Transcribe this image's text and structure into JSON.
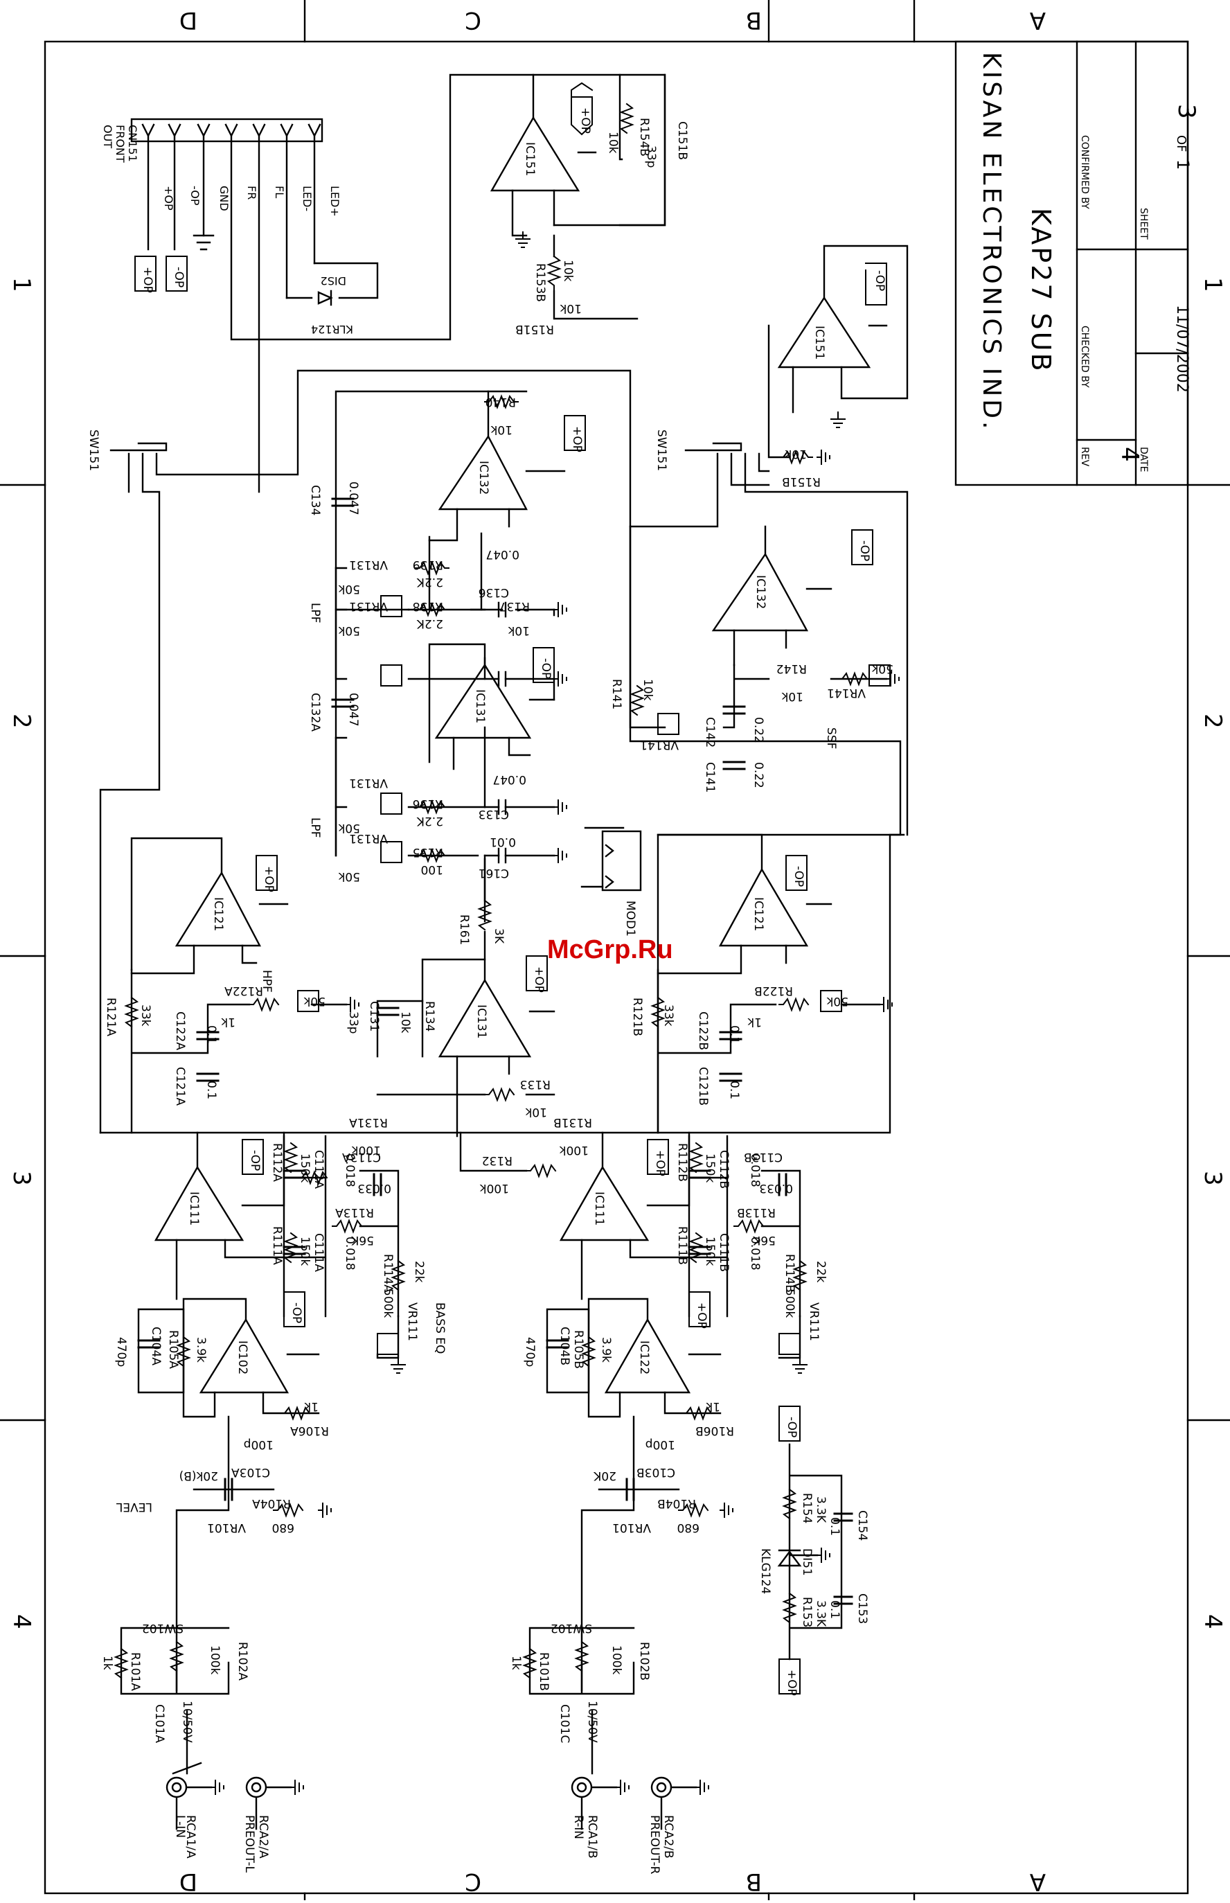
{
  "border": {
    "top_letters": [
      "D",
      "C",
      "B",
      "A"
    ],
    "side_numbers": [
      "1",
      "2",
      "3",
      "4"
    ]
  },
  "title_block": {
    "company": "KISAN ELECTRONICS IND.",
    "title": "KAP27 SUB",
    "rev_label": "REV",
    "rev_value": "4",
    "checked_by": "CHECKED BY",
    "confirmed_by": "CONFIRMED BY",
    "date_label": "DATE",
    "date_value": "11/07/2002",
    "sheet_label": "SHEET",
    "sheet_num": "1",
    "sheet_of": "OF",
    "sheet_total": "3"
  },
  "watermark": "McGrp.Ru",
  "connector_cn151": {
    "labels": [
      "OUT",
      "FRONT",
      "CN151"
    ],
    "pins": [
      "+OP",
      "-OP",
      "GND",
      "FR",
      "FL",
      "LED-",
      "LED+"
    ],
    "led": [
      "DIS2",
      "KLR124"
    ]
  },
  "components": [
    {
      "id": "flag-pop-a",
      "t": "+OP"
    },
    {
      "id": "flag-nop-a",
      "t": "-OP"
    },
    {
      "id": "ic151a",
      "t": "IC151"
    },
    {
      "id": "ic151b",
      "t": "IC151"
    },
    {
      "id": "r154b",
      "t": "R154B"
    },
    {
      "id": "r154b-v",
      "t": "10k"
    },
    {
      "id": "c151b",
      "t": "C151B"
    },
    {
      "id": "c151b-v",
      "t": "33p"
    },
    {
      "id": "r153b",
      "t": "R153B"
    },
    {
      "id": "r153b-v",
      "t": "10k"
    },
    {
      "id": "r151b",
      "t": "R151B"
    },
    {
      "id": "r151b-v",
      "t": "10k"
    },
    {
      "id": "r151b2",
      "t": "R151B"
    },
    {
      "id": "r151b2-v",
      "t": "10k"
    },
    {
      "id": "sw151a",
      "t": "SW151"
    },
    {
      "id": "sw151b",
      "t": "SW151"
    },
    {
      "id": "ic132a",
      "t": "IC132"
    },
    {
      "id": "ic132b",
      "t": "IC132"
    },
    {
      "id": "ic131a",
      "t": "IC131"
    },
    {
      "id": "ic131b",
      "t": "IC131"
    },
    {
      "id": "r140",
      "t": "R140"
    },
    {
      "id": "r140-v",
      "t": "10k"
    },
    {
      "id": "c134",
      "t": "C134"
    },
    {
      "id": "c134-v",
      "t": "0.047"
    },
    {
      "id": "c132a",
      "t": "C132A"
    },
    {
      "id": "c132a-v",
      "t": "0.047"
    },
    {
      "id": "vr131a",
      "t": "VR131"
    },
    {
      "id": "vr131b",
      "t": "VR131"
    },
    {
      "id": "vr131c",
      "t": "VR131"
    },
    {
      "id": "vr131d",
      "t": "VR131"
    },
    {
      "id": "r139",
      "t": "R139"
    },
    {
      "id": "r138",
      "t": "R138"
    },
    {
      "id": "r136",
      "t": "R136"
    },
    {
      "id": "r135",
      "t": "R135"
    },
    {
      "id": "r137",
      "t": "R137"
    },
    {
      "id": "c136",
      "t": "C136"
    },
    {
      "id": "c136-v",
      "t": "0.047"
    },
    {
      "id": "c133",
      "t": "C133"
    },
    {
      "id": "c133-v",
      "t": "0.047"
    },
    {
      "id": "c161",
      "t": "C161"
    },
    {
      "id": "c161-v",
      "t": "0.01"
    },
    {
      "id": "mod1",
      "t": "MOD1"
    },
    {
      "id": "r161",
      "t": "R161"
    },
    {
      "id": "r161-v",
      "t": "3K"
    },
    {
      "id": "lpf1",
      "t": "LPF"
    },
    {
      "id": "lpf2",
      "t": "LPF"
    },
    {
      "id": "hpf",
      "t": "HPF"
    },
    {
      "id": "ssf",
      "t": "SSF"
    },
    {
      "id": "r141",
      "t": "R141"
    },
    {
      "id": "r141-v",
      "t": "10k"
    },
    {
      "id": "vr141",
      "t": "VR141"
    },
    {
      "id": "vr141b",
      "t": "VR141"
    },
    {
      "id": "r142",
      "t": "R142"
    },
    {
      "id": "r142-v",
      "t": "10k"
    },
    {
      "id": "c142",
      "t": "C142"
    },
    {
      "id": "c142-v",
      "t": "0.22"
    },
    {
      "id": "c141",
      "t": "C141"
    },
    {
      "id": "c141-v",
      "t": "0.22"
    },
    {
      "id": "ic121a",
      "t": "IC121"
    },
    {
      "id": "ic121b",
      "t": "IC121"
    },
    {
      "id": "r121a",
      "t": "R121A"
    },
    {
      "id": "r121a-v",
      "t": "33k"
    },
    {
      "id": "r121b",
      "t": "R121B"
    },
    {
      "id": "r121b-v",
      "t": "33k"
    },
    {
      "id": "c122a",
      "t": "C122A"
    },
    {
      "id": "c122a-v",
      "t": "0.1"
    },
    {
      "id": "c121a",
      "t": "C121A"
    },
    {
      "id": "c121a-v",
      "t": "0.1"
    },
    {
      "id": "c122b",
      "t": "C122B"
    },
    {
      "id": "c122b-v",
      "t": "0.1"
    },
    {
      "id": "c121b",
      "t": "C121B"
    },
    {
      "id": "c121b-v",
      "t": "0.1"
    },
    {
      "id": "r122a",
      "t": "R122A"
    },
    {
      "id": "r122b",
      "t": "R122B"
    },
    {
      "id": "c131",
      "t": "C131"
    },
    {
      "id": "c131-v",
      "t": "33p"
    },
    {
      "id": "r134",
      "t": "R134"
    },
    {
      "id": "r134-v",
      "t": "10k"
    },
    {
      "id": "r133",
      "t": "R133"
    },
    {
      "id": "r133-v",
      "t": "10k"
    },
    {
      "id": "r131a",
      "t": "R131A"
    },
    {
      "id": "r131a-v",
      "t": "100k"
    },
    {
      "id": "r131b",
      "t": "R131B"
    },
    {
      "id": "r131b-v",
      "t": "100k"
    },
    {
      "id": "r132",
      "t": "R132"
    },
    {
      "id": "r132-v",
      "t": "100k"
    },
    {
      "id": "ic111a",
      "t": "IC111"
    },
    {
      "id": "ic111b",
      "t": "IC111"
    },
    {
      "id": "r112a",
      "t": "R112A"
    },
    {
      "id": "r112a-v",
      "t": "150k"
    },
    {
      "id": "r111a",
      "t": "R111A"
    },
    {
      "id": "r111a-v",
      "t": "150k"
    },
    {
      "id": "r112b",
      "t": "R112B"
    },
    {
      "id": "r112b-v",
      "t": "150k"
    },
    {
      "id": "r111b",
      "t": "R111B"
    },
    {
      "id": "r111b-v",
      "t": "150k"
    },
    {
      "id": "c112a",
      "t": "C112A"
    },
    {
      "id": "c112a-v",
      "t": "0.018"
    },
    {
      "id": "c111a",
      "t": "C111A"
    },
    {
      "id": "c111a-v",
      "t": "0.018"
    },
    {
      "id": "c112b",
      "t": "C112B"
    },
    {
      "id": "c112b-v",
      "t": "0.018"
    },
    {
      "id": "c111b",
      "t": "C111B"
    },
    {
      "id": "c111b-v",
      "t": "0.018"
    },
    {
      "id": "c113a",
      "t": "C113A"
    },
    {
      "id": "c113a-v",
      "t": "0.033"
    },
    {
      "id": "c113b",
      "t": "C113B"
    },
    {
      "id": "c113b-v",
      "t": "0.033"
    },
    {
      "id": "r113a",
      "t": "R113A"
    },
    {
      "id": "r113a-v",
      "t": "56K"
    },
    {
      "id": "r113b",
      "t": "R113B"
    },
    {
      "id": "r113b-v",
      "t": "56K"
    },
    {
      "id": "r114a",
      "t": "R114A"
    },
    {
      "id": "r114a-v",
      "t": "22k"
    },
    {
      "id": "r114b",
      "t": "R114B"
    },
    {
      "id": "r114b-v",
      "t": "22k"
    },
    {
      "id": "vr111a",
      "t": "VR111"
    },
    {
      "id": "vr111a-v",
      "t": "500k"
    },
    {
      "id": "vr111b",
      "t": "VR111"
    },
    {
      "id": "vr111b-v",
      "t": "500k"
    },
    {
      "id": "basseq",
      "t": "BASS EQ"
    },
    {
      "id": "ic102a",
      "t": "IC102"
    },
    {
      "id": "ic122b",
      "t": "IC122"
    },
    {
      "id": "c104a",
      "t": "C104A"
    },
    {
      "id": "c104a-v",
      "t": "470p"
    },
    {
      "id": "c104b",
      "t": "C104B"
    },
    {
      "id": "c104b-v",
      "t": "470p"
    },
    {
      "id": "r105a",
      "t": "R105A"
    },
    {
      "id": "r105a-v",
      "t": "3.9k"
    },
    {
      "id": "r105b",
      "t": "R105B"
    },
    {
      "id": "r105b-v",
      "t": "3.9k"
    },
    {
      "id": "r106a",
      "t": "R106A"
    },
    {
      "id": "r106a-v",
      "t": "1k"
    },
    {
      "id": "r106b",
      "t": "R106B"
    },
    {
      "id": "r106b-v",
      "t": "1k"
    },
    {
      "id": "c103a",
      "t": "C103A"
    },
    {
      "id": "c103a-v",
      "t": "100p"
    },
    {
      "id": "c103b",
      "t": "C103B"
    },
    {
      "id": "c103b-v",
      "t": "100p"
    },
    {
      "id": "vr101a",
      "t": "VR101"
    },
    {
      "id": "vr101a-v",
      "t": "20k(B)"
    },
    {
      "id": "vr101b",
      "t": "VR101"
    },
    {
      "id": "vr101b-v",
      "t": "20K"
    },
    {
      "id": "level",
      "t": "LEVEL"
    },
    {
      "id": "r104a",
      "t": "R104A"
    },
    {
      "id": "r104a-v",
      "t": "680"
    },
    {
      "id": "r104b",
      "t": "R104B"
    },
    {
      "id": "r104b-v",
      "t": "680"
    },
    {
      "id": "r101a",
      "t": "R101A"
    },
    {
      "id": "r101a-v",
      "t": "1k"
    },
    {
      "id": "r101b",
      "t": "R101B"
    },
    {
      "id": "r101b-v",
      "t": "1k"
    },
    {
      "id": "r102a",
      "t": "R102A"
    },
    {
      "id": "r102a-v",
      "t": "100k"
    },
    {
      "id": "r102b",
      "t": "R102B"
    },
    {
      "id": "r102b-v",
      "t": "100k"
    },
    {
      "id": "sw102a",
      "t": "SW102"
    },
    {
      "id": "sw102b",
      "t": "SW102"
    },
    {
      "id": "c101a",
      "t": "C101A"
    },
    {
      "id": "c101a-v",
      "t": "10/50V"
    },
    {
      "id": "c101c",
      "t": "C101C"
    },
    {
      "id": "c101c-v",
      "t": "10/50V"
    },
    {
      "id": "lin",
      "t": "L-IN"
    },
    {
      "id": "rca1a",
      "t": "RCA1/A"
    },
    {
      "id": "preoutl",
      "t": "PREOUT-L"
    },
    {
      "id": "rca2a",
      "t": "RCA2/A"
    },
    {
      "id": "rin",
      "t": "R-IN"
    },
    {
      "id": "rca1b",
      "t": "RCA1/B"
    },
    {
      "id": "preoutr",
      "t": "PREOUT-R"
    },
    {
      "id": "rca2b",
      "t": "RCA2/B"
    },
    {
      "id": "r154",
      "t": "R154"
    },
    {
      "id": "r154-v",
      "t": "3.3K"
    },
    {
      "id": "r153",
      "t": "R153"
    },
    {
      "id": "r153-v",
      "t": "3.3K"
    },
    {
      "id": "c154",
      "t": "C154"
    },
    {
      "id": "c154-v",
      "t": "0.1"
    },
    {
      "id": "c153",
      "t": "C153"
    },
    {
      "id": "c153-v",
      "t": "0.1"
    },
    {
      "id": "d151",
      "t": "DI51"
    },
    {
      "id": "klg124",
      "t": "KLG124"
    },
    {
      "id": "flag-pop-b",
      "t": "+OP"
    },
    {
      "id": "flag-nop-b",
      "t": "-OP"
    },
    {
      "id": "flag-nop-c",
      "t": "-OP"
    },
    {
      "id": "flag-pop-c",
      "t": "+OP"
    },
    {
      "id": "flag-nop-d",
      "t": "-OP"
    },
    {
      "id": "flag-pop-d",
      "t": "+OP"
    },
    {
      "id": "flag-nop-e",
      "t": "-OP"
    },
    {
      "id": "flag-pop-e",
      "t": "+OP"
    },
    {
      "id": "flag-nop-f",
      "t": "-OP"
    },
    {
      "id": "flag-pop-f",
      "t": "+OP"
    },
    {
      "id": "flag-nop-g",
      "t": "-OP"
    },
    {
      "id": "flag-pop-g",
      "t": "+OP"
    },
    {
      "id": "flag-nop-h",
      "t": "-OP"
    },
    {
      "id": "flag-pop-h",
      "t": "+OP"
    },
    {
      "id": "val-22k-a",
      "t": "2.2K"
    },
    {
      "id": "val-22k-b",
      "t": "2.2K"
    },
    {
      "id": "val-22k-c",
      "t": "2.2K"
    },
    {
      "id": "val-100",
      "t": "100"
    },
    {
      "id": "val-50k-a",
      "t": "50k"
    },
    {
      "id": "val-50k-b",
      "t": "50k"
    },
    {
      "id": "val-50k-c",
      "t": "50k"
    },
    {
      "id": "val-50k-d",
      "t": "50k"
    },
    {
      "id": "val-50k-e",
      "t": "50k"
    },
    {
      "id": "val-50k-f",
      "t": "50k"
    },
    {
      "id": "val-50k-g",
      "t": "50k"
    },
    {
      "id": "val-10k-r137",
      "t": "10k"
    },
    {
      "id": "val-1k-a",
      "t": "1k"
    },
    {
      "id": "val-1k-b",
      "t": "1k"
    }
  ]
}
